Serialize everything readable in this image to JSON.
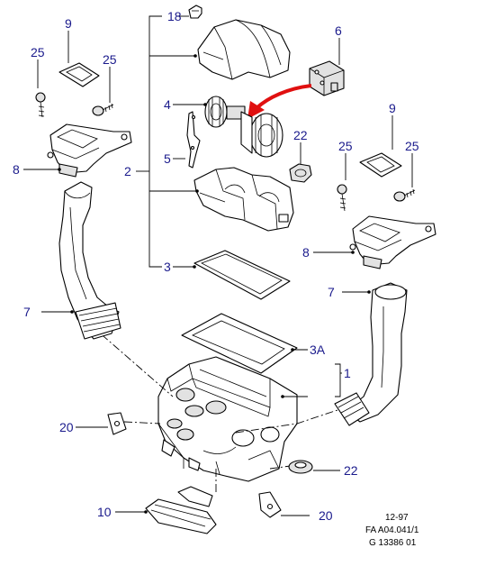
{
  "callouts": {
    "c18": "18",
    "c9_left": "9",
    "c25_left_a": "25",
    "c25_left_b": "25",
    "c6": "6",
    "c4": "4",
    "c5": "5",
    "c2": "2",
    "c22_top": "22",
    "c8_left": "8",
    "c9_right": "9",
    "c25_right_a": "25",
    "c25_right_b": "25",
    "c8_right": "8",
    "c3": "3",
    "c7_left": "7",
    "c7_right": "7",
    "c3A": "3A",
    "c1": "1",
    "c20_left": "20",
    "c22_bottom": "22",
    "c10": "10",
    "c20_bottom": "20"
  },
  "reference": {
    "date": "12-97",
    "doc": "FA A04.041/1",
    "graphic": "G 13386 01"
  },
  "colors": {
    "callout": "#1a1a8c",
    "arrow": "#e01010",
    "line": "#000000"
  }
}
